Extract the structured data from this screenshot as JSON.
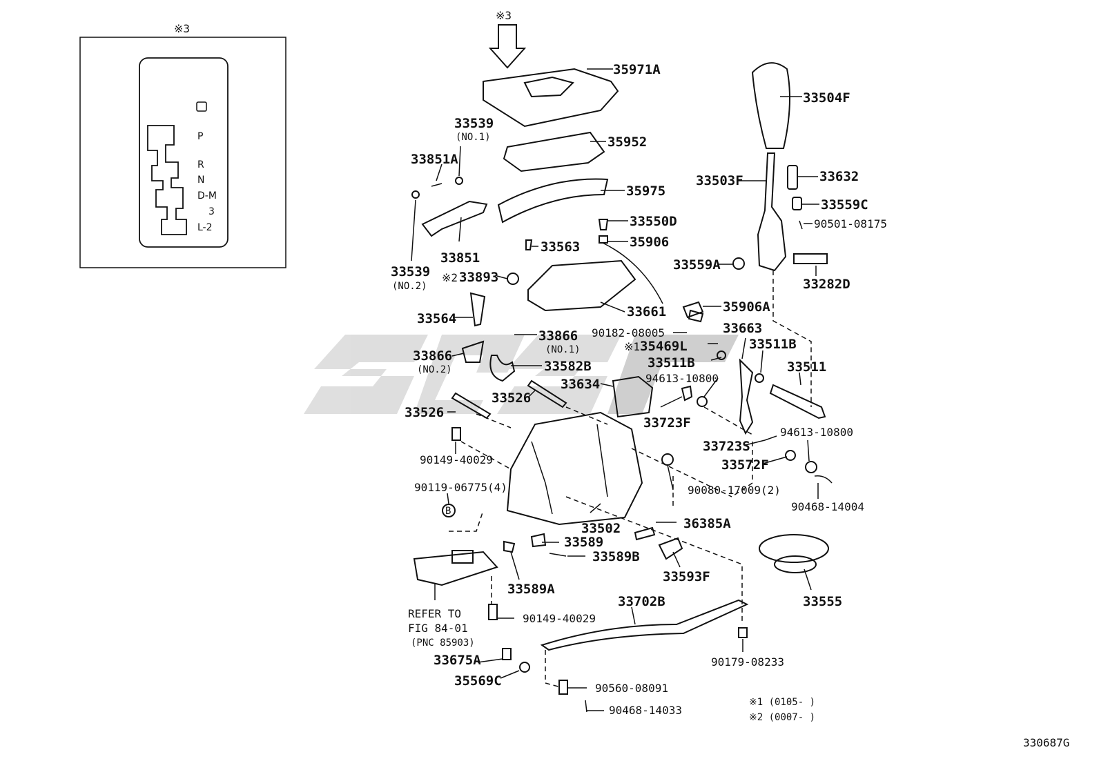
{
  "inset": {
    "mark": "※3",
    "gate_labels": [
      "P",
      "R",
      "N",
      "D-M",
      "3",
      "L-2"
    ]
  },
  "top_mark": "※3",
  "parts": [
    {
      "id": "35971A"
    },
    {
      "id": "33504F"
    },
    {
      "id": "33539",
      "note": "(NO.1)"
    },
    {
      "id": "35952"
    },
    {
      "id": "33851A"
    },
    {
      "id": "33632"
    },
    {
      "id": "33503F"
    },
    {
      "id": "33559C"
    },
    {
      "id": "35975"
    },
    {
      "id": "90501-08175"
    },
    {
      "id": "33550D"
    },
    {
      "id": "35906"
    },
    {
      "id": "33563"
    },
    {
      "id": "33851"
    },
    {
      "id": "33559A"
    },
    {
      "id": "33539_2",
      "label": "33539",
      "note": "(NO.2)"
    },
    {
      "id": "33282D"
    },
    {
      "id": "33893",
      "mark": "※2"
    },
    {
      "id": "33661"
    },
    {
      "id": "35906A"
    },
    {
      "id": "33564"
    },
    {
      "id": "33866",
      "note": "(NO.1)"
    },
    {
      "id": "90182-08005"
    },
    {
      "id": "33663"
    },
    {
      "id": "35469L",
      "mark": "※1"
    },
    {
      "id": "33511B"
    },
    {
      "id": "33866_2",
      "label": "33866",
      "note": "(NO.2)"
    },
    {
      "id": "33511B_2",
      "label": "33511B"
    },
    {
      "id": "33511"
    },
    {
      "id": "33582B"
    },
    {
      "id": "94613-10800"
    },
    {
      "id": "33634"
    },
    {
      "id": "33526"
    },
    {
      "id": "33526_2",
      "label": "33526"
    },
    {
      "id": "33723F"
    },
    {
      "id": "94613-10800_2",
      "label": "94613-10800"
    },
    {
      "id": "33723S"
    },
    {
      "id": "90149-40029"
    },
    {
      "id": "33572F"
    },
    {
      "id": "90119-06775",
      "label": "90119-06775(4)"
    },
    {
      "id": "90080-17009",
      "label": "90080-17009(2)"
    },
    {
      "id": "90468-14004"
    },
    {
      "id": "33502"
    },
    {
      "id": "36385A"
    },
    {
      "id": "33589"
    },
    {
      "id": "33589B"
    },
    {
      "id": "33593F"
    },
    {
      "id": "33589A"
    },
    {
      "id": "33702B"
    },
    {
      "id": "33555"
    },
    {
      "id": "90149-40029_2",
      "label": "90149-40029"
    },
    {
      "id": "90179-08233"
    },
    {
      "id": "33675A"
    },
    {
      "id": "35569C"
    },
    {
      "id": "90560-08091"
    },
    {
      "id": "90468-14033"
    }
  ],
  "refer": {
    "line1": "REFER TO",
    "line2": "FIG 84-01",
    "line3": "(PNC 85903)"
  },
  "b_marker": "B",
  "notes": [
    "※1 (0105-      )",
    "※2 (0007-      )"
  ],
  "figure_id": "330687G",
  "colors": {
    "line": "#111111",
    "watermark": "#d9d9d9",
    "watermark_dark": "#c7c7c7"
  }
}
